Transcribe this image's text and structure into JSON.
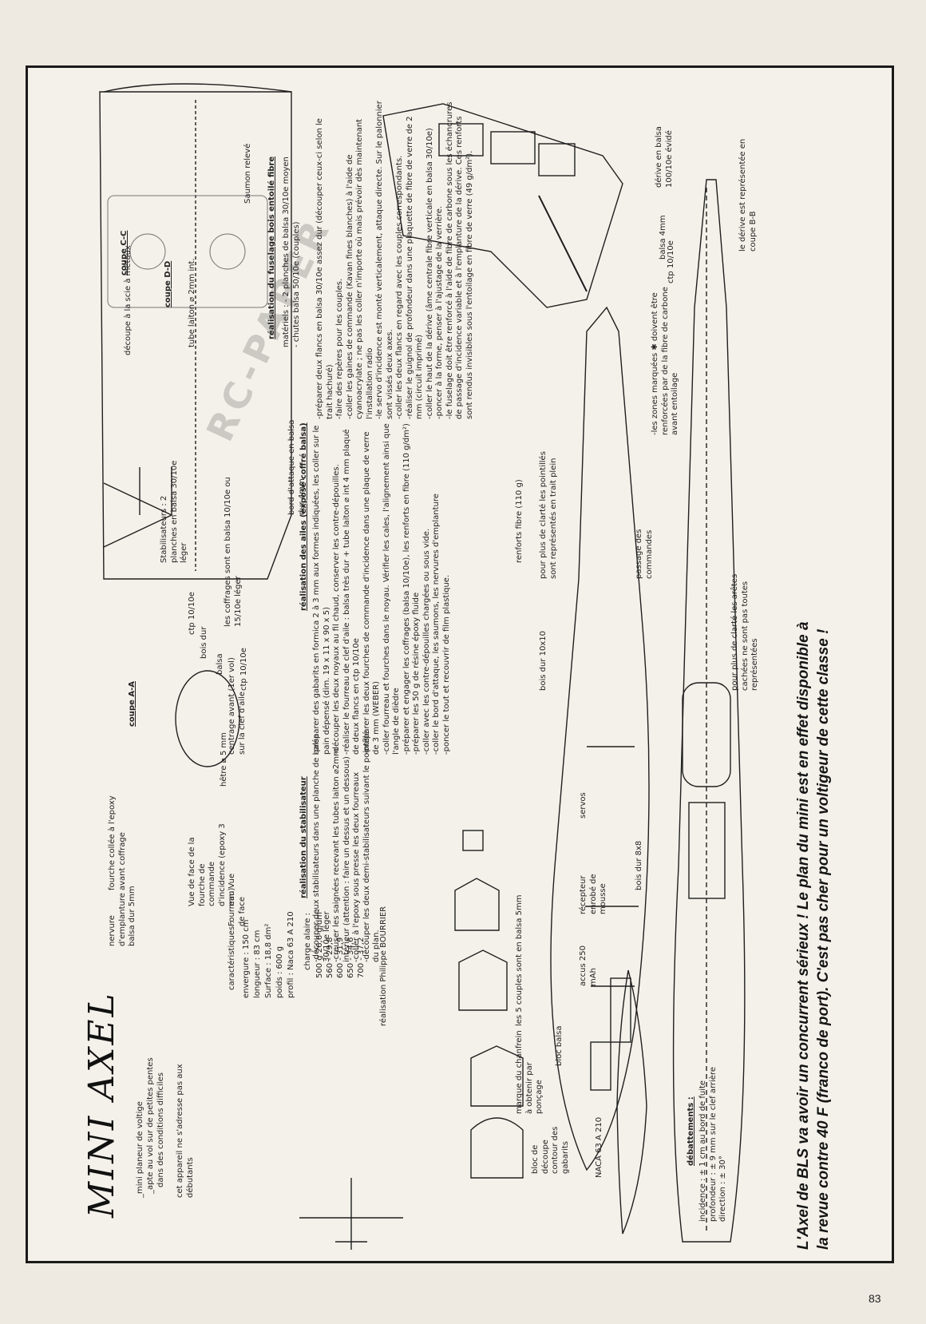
{
  "page": {
    "number": "83"
  },
  "title": "MINI AXEL",
  "watermark": "RC-PAPER",
  "intro": {
    "line1": "_mini planeur de voltige",
    "line2": "_apte au vol sur de petites pentes",
    "line3": "dans des conditions difficiles",
    "line4": "cet appareil ne s'adresse pas aux",
    "line5": "débutants"
  },
  "specs": {
    "heading": "caractéristiques :",
    "envergure": "envergure : 150 cm",
    "longueur": "longueur : 83 cm",
    "surface": "Surface : 18,8 dm²",
    "poids": "poids : 600 g",
    "profil": "profil : Naca 63 A 210"
  },
  "wing_loading": {
    "heading": "charge alaire :",
    "rows": [
      "500 g  26,6 g/dm²",
      "560  -  29,8",
      "600  -  31,9",
      "650  -  34,6",
      "700  -  37,2"
    ]
  },
  "author": "réalisation Philippe BOURRIER",
  "labels": {
    "coupe_aa": "coupe A-A",
    "coupe_cc": "coupe C-C",
    "coupe_dd": "coupe D-D",
    "coupe_bb": "le dérive est représentée en coupe B-B",
    "ctp_10_10": "ctp 10/10e",
    "bois_dur": "bois dur",
    "balsa": "balsa",
    "ctp_10_10b": "ctp 10/10e",
    "hetre": "hêtre ⌀ 5 mm",
    "centrage": "centrage avant (1er vol) sur la clef d'aile",
    "fourreau": "Fourreau Vue de face",
    "nervure": "nervure d'emplanture balsa dur 5mm",
    "fourche": "fourche collée à l'epoxy avant coffrage",
    "vue_dessus": "Vue de face de la fourche de commande d'incidence (epoxy 3 mm)",
    "stabilisateur": "Stabilisateurs : 2 planches en balsa 30/10e léger",
    "coffrages": "les coffrages sont en balsa 10/10e ou 15/10e léger",
    "decoupe": "découpe à la scie à métaux",
    "tube_laiton": "tube laiton ⌀ 2mm int.",
    "bord_attaque": "bord d'attaque en balsa dur 4mm",
    "saumon": "Saumon relevé",
    "derive": "dérive en balsa 100/10e évidé",
    "balsa4mm": "balsa 4mm",
    "ctp_derive": "ctp 10/10e",
    "servos": "servos",
    "recepteur": "récepteur enrobé de mousse",
    "accus": "accus 250 mAh",
    "bois_dur_8x8": "bois dur 8x8",
    "bois_dur_10x10": "bois dur 10x10",
    "passage_commandes": "passage des commandes",
    "couples_note": "les 5 couples sont en balsa 5mm",
    "bloc_balsa": "bloc balsa",
    "marque_chanfrein": "marque du chanfrein à obtenir par ponçage",
    "naca": "NACA 63 A 210",
    "bloc_decoupe": "bloc de découpe contour des gabarits"
  },
  "sections": {
    "stab_title": "réalisation du stabilisateur",
    "stab_text": "-découper deux stabilisateurs dans une planche de balsa 30/10e léger\n-creuser les saignées recevant les tubes laiton ⌀2mm intérieur (attention : faire un dessus et un dessous)\n-coller à l'epoxy sous presse les deux fourreaux\n-découper les deux demi-stabilisateurs suivant le pointillé du plan.",
    "wing_title": "réalisation des ailes (exposé coffré balsa)",
    "wing_text": "-préparer des gabarits en formica 2 à 3 mm aux formes indiquées, les coller sur le pain dépensé (dim. 19 x 11 x 90 x 5)\n-découper les deux noyaux au fil chaud, conserver les contre-dépouilles.\n-réaliser le fourreau de clef d'aile : balsa très dur + tube laiton ⌀ int 4 mm plaqué de deux flancs en ctp 10/10e\n-préparer les deux fourches de commande d'incidence dans une plaque de verre de 3 mm (WEBER)\n-coller fourreau et fourches dans le noyau. Vérifier les cales, l'alignement ainsi que l'angle de dièdre\n-préparer et engager les coffrages (balsa 10/10e), les renforts en fibre (110 g/dm²)\n-préparer les 50 g de résine époxy fluide\n-coller avec les contre-dépouilles chargées ou sous vide.\n-coller le bord d'attaque, les saumons, les nervures d'emplanture\n-poncer le tout et recouvrir de film plastique.",
    "fus_title": "réalisation du fuselage bois entoilé fibre",
    "fus_materials": "matériels : - 2 planches de balsa 30/10e moyen\n- chutes balsa 50/10e (couples)",
    "fus_text": "-préparer deux flancs en balsa 30/10e assez dur (découper ceux-ci selon le trait hachuré)\n-faire des repères pour les couples.\n-coller les gaines de commande (Kavan fines blanches) à l'aide de cyanoacrylate ; ne pas les coller n'importe où mais prévoir dès maintenant l'installation radio\n-le servo d'incidence est monté verticalement, attaque directe. Sur le palonnier sont vissés deux axes.\n-coller les deux flancs en regard avec les couples correspondants.\n-réaliser le guignol de profondeur dans une plaquette de fibre de verre de 2 mm (circuit imprimé)\n-coller le haut de la dérive (âme centrale fibre verticale en balsa 30/10e)\n-poncer à la forme, penser à l'ajustage de la verrière.\n-le fuselage doit être renforcé à l'aide de fibre de carbone sous les échancrures de passage d'incidence variable et à l'emplanture de la dérive. Ces renforts sont rendus invisibles sous l'entoilage en fibre de verre (49 g/dm²).",
    "reinforce_note": "-les zones marquées ✱ doivent être renforcées par de la fibre de carbone avant entoilage",
    "renforts_fibre": "renforts fibre (110 g)",
    "clarte_note": "pour plus de clarté les pointillés sont représentés en trait plein",
    "clarte_note2": "pour plus de clarté les arêtes cachées ne sont pas toutes représentées",
    "debattements_title": "débattements :",
    "debattements_text": "incidence : ± 1 cm au bord de fuite\nprofondeur : ± 9 mm sur le clef arrière\ndirection : ± 30°"
  },
  "caption": "L'Axel de BLS va avoir un concurrent sérieux ! Le plan du mini est en effet disponible à la revue contre 40 F (franco de port). C'est pas cher pour un voltigeur de cette classe !"
}
